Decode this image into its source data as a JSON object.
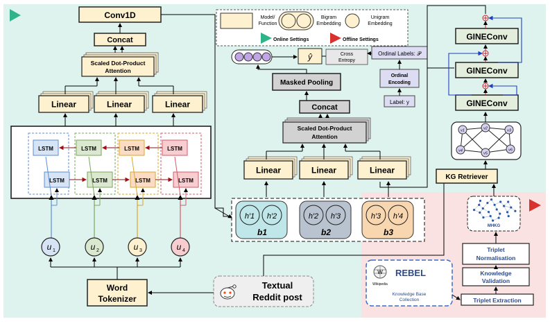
{
  "legend": {
    "model": "Model/ Function",
    "model_l1": "Model/",
    "model_l2": "Function",
    "bigram": "Bigram Embedding",
    "bigram_l1": "Bigram",
    "bigram_l2": "Embedding",
    "unigram": "Unigram Embedding",
    "unigram_l1": "Unigram",
    "unigram_l2": "Embedding",
    "online": "Online Settings",
    "offline": "Offline Settings"
  },
  "left": {
    "conv1d": "Conv1D",
    "concat": "Concat",
    "attention": "Scaled Dot-Product Attention",
    "attention_l1": "Scaled Dot-Product",
    "attention_l2": "Attention",
    "linear": "Linear",
    "lstm": "LSTM",
    "inputs": [
      "u",
      "u",
      "u",
      "u"
    ],
    "input_subs": [
      "1",
      "2",
      "3",
      "4"
    ],
    "tokenizer": "Word Tokenizer",
    "tokenizer_l1": "Word",
    "tokenizer_l2": "Tokenizer"
  },
  "post": {
    "label": "Textual Reddit post",
    "label_l1": "Textual",
    "label_l2": "Reddit post"
  },
  "middle": {
    "y_hat": "ŷ",
    "cross_entropy": "Cross Entropy",
    "ce_l1": "Cross",
    "ce_l2": "Entropy",
    "ordinal_labels": "Ordinal Labels: 𝒫",
    "ordinal_encoding": "Ordinal Encoding",
    "oe_l1": "Ordinal",
    "oe_l2": "Encoding",
    "label_y": "Label: y",
    "masked_pooling": "Masked Pooling",
    "concat": "Concat",
    "attention_l1": "Scaled Dot-Product",
    "attention_l2": "Attention",
    "linear": "Linear",
    "bigrams": [
      {
        "a": "h′1",
        "b": "h′2",
        "name": "b1"
      },
      {
        "a": "h′2",
        "b": "h′3",
        "name": "b2"
      },
      {
        "a": "h′3",
        "b": "h′4",
        "name": "b3"
      }
    ]
  },
  "right": {
    "gine": "GINEConv",
    "kg_retriever": "KG Retriever",
    "graph_nodes": [
      "v1",
      "v2",
      "v3",
      "v4",
      "v5",
      "v6"
    ],
    "mhkg": "MHKG",
    "triplet_norm": "Triplet Normalisation",
    "tn_l1": "Triplet",
    "tn_l2": "Normalisation",
    "knowledge_val": "Knowledge Validation",
    "kv_l1": "Knowledge",
    "kv_l2": "Validation",
    "triplet_extr": "Triplet Extraction",
    "rebel": "REBEL",
    "wiki": "Wikipedia",
    "kb_collection": "Knowledge Base Collection",
    "kb_l1": "Knowledge Base",
    "kb_l2": "Collection"
  },
  "colors": {
    "teal_bg": "#dff3ee",
    "pink_bg": "#fbe2e2",
    "box": "#fdf1cf",
    "gray_box": "#d2d2d2",
    "green_box": "#e4eedc",
    "online": "#2fb489",
    "offline": "#d8322f",
    "lstm_colors": [
      "#d6e4f6",
      "#dbe8d0",
      "#fbdcc3",
      "#f7cdd0"
    ],
    "lstm_borders": [
      "#5b8ed4",
      "#7aa65b",
      "#d9a62b",
      "#d45a6a"
    ],
    "bigram_fills": [
      "#bfe6e8",
      "#b9c3cf",
      "#f7d6b0"
    ]
  }
}
